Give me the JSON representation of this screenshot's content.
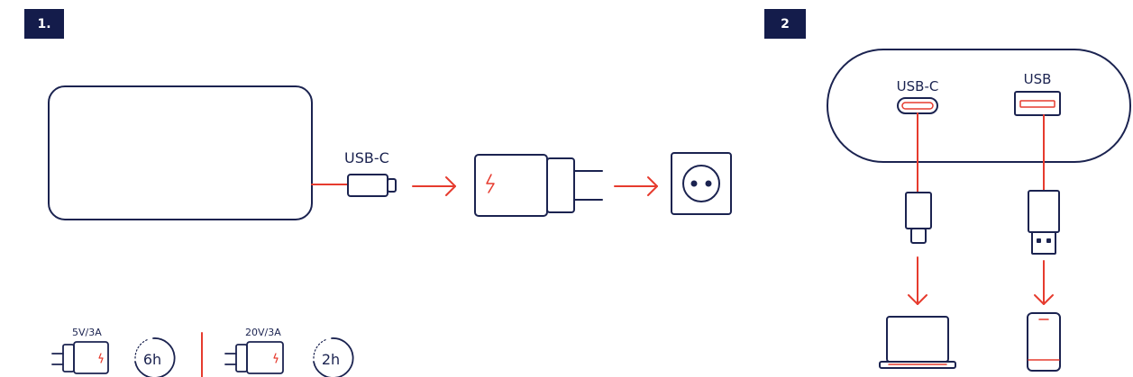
{
  "step1": {
    "badge": "1.",
    "cable_label": "USB-C",
    "charger_5v_label": "5V/3A",
    "time_5v": "6h",
    "charger_20v_label": "20V/3A",
    "time_20v": "2h"
  },
  "step2": {
    "badge": "2",
    "port_usbc_label": "USB-C",
    "port_usb_label": "USB"
  },
  "colors": {
    "navy": "#1b2350",
    "accent_red": "#e63b2e",
    "badge_bg": "#141c4b"
  },
  "icons": [
    "power-bank-icon",
    "usb-c-plug-icon",
    "wall-charger-icon",
    "power-socket-icon",
    "laptop-icon",
    "smartphone-icon",
    "usb-a-plug-icon",
    "timer-icon"
  ]
}
